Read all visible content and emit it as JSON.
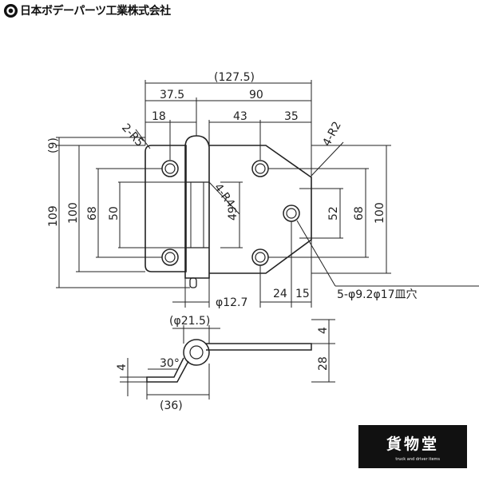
{
  "header": {
    "company_name": "日本ボデーパーツ工業株式会社",
    "logo_icon": "company-logo-icon"
  },
  "drawing": {
    "dimensions": {
      "overall_width": "(127.5)",
      "left_offset": "37.5",
      "right_span": "90",
      "knuckle_offset": "18",
      "upper_hole_pitch": "43",
      "right_hole_offset": "35",
      "corner_radius_left": "2-R5",
      "corner_radius_right": "4-R2",
      "slot_radius": "4-R4",
      "top_margin": "(9)",
      "overall_height": "109",
      "left_height": "100",
      "left_hole_pitch": "68",
      "slot_height": "50",
      "slot_position": "49",
      "right_hole_spacing": "52",
      "right_hole_pitch": "68",
      "right_height": "100",
      "pin_diameter": "φ12.7",
      "lower_offset_a": "24",
      "lower_offset_b": "15",
      "hole_spec": "5-φ9.2φ17皿穴",
      "knuckle_diameter": "(φ21.5)",
      "plate_thickness_top": "4",
      "hinge_height": "28",
      "bend_angle": "30°",
      "plate_thickness_side": "4",
      "leaf_length": "(36)"
    }
  },
  "badge": {
    "title": "貨物堂",
    "subtitle": "truck and driver items"
  },
  "colors": {
    "line": "#222222",
    "badge_bg": "#111111",
    "badge_text": "#ffffff"
  }
}
